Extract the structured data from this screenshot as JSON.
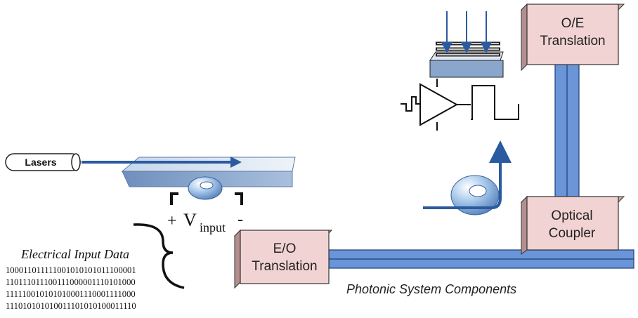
{
  "labels": {
    "lasers": "Lasers",
    "oe_line1": "O/E",
    "oe_line2": "Translation",
    "eo_line1": "E/O",
    "eo_line2": "Translation",
    "coupler_line1": "Optical",
    "coupler_line2": "Coupler",
    "caption": "Photonic System Components",
    "plus": "+",
    "v": "V",
    "v_sub": "input",
    "minus": "-",
    "input_title": "Electrical Input Data"
  },
  "binary_lines": [
    "100011011111001010101011100001",
    "110111011100111000001110101000",
    "111110010101010001110001111000",
    "111010101010011101010100011110"
  ],
  "colors": {
    "box_front": "#f2d3d3",
    "box_side": "#c9a3a3",
    "waveguide": "#6a95d8",
    "arrow": "#2a5aa0",
    "slab": "#7d9cc4",
    "ring": "#9cc0e8"
  }
}
